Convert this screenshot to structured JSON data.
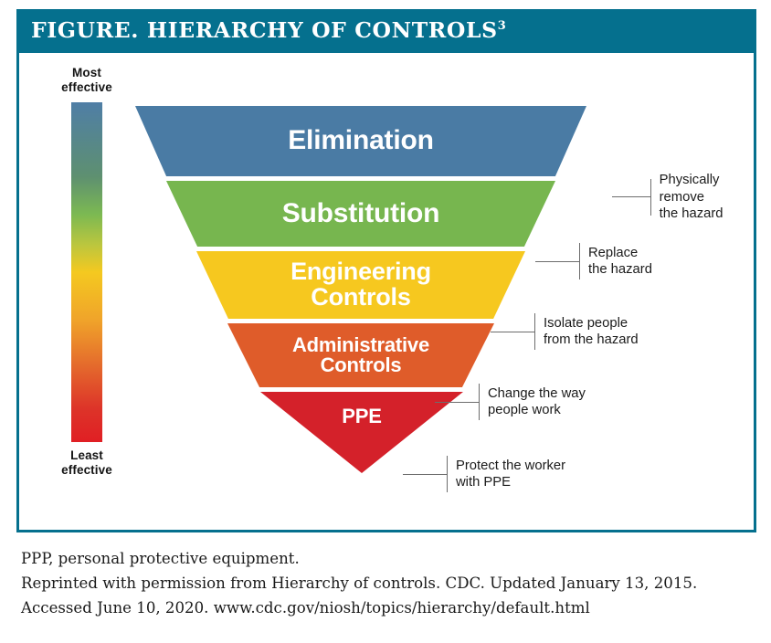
{
  "figure": {
    "title": "FIGURE. HIERARCHY OF CONTROLS",
    "title_superscript": "3",
    "header_color": "#05708e",
    "border_color": "#05708e"
  },
  "scale": {
    "top_label": "Most\neffective",
    "bottom_label": "Least\neffective",
    "gradient_top_color": "#4f7ea6",
    "gradient_mid_color": "#f4c920",
    "gradient_bottom_color": "#e01f24"
  },
  "funnel": {
    "tiers": [
      {
        "label": "Elimination",
        "color": "#4a7ba4",
        "callout": "Physically remove\nthe hazard",
        "rank": 1
      },
      {
        "label": "Substitution",
        "color": "#77b64f",
        "callout": "Replace\nthe hazard",
        "rank": 2
      },
      {
        "label": "Engineering\nControls",
        "color": "#f6c81f",
        "callout": "Isolate people\nfrom the hazard",
        "rank": 3
      },
      {
        "label": "Administrative\nControls",
        "color": "#df5c2a",
        "callout": "Change the way\npeople work",
        "rank": 4
      },
      {
        "label": "PPE",
        "color": "#d4212a",
        "callout": "Protect the worker\nwith PPE",
        "rank": 5
      }
    ]
  },
  "footnote": {
    "line1": "PPP, personal protective equipment.",
    "line2": "Reprinted with permission from Hierarchy of controls. CDC. Updated January 13, 2015.",
    "line3": "Accessed June 10, 2020. www.cdc.gov/niosh/topics/hierarchy/default.html"
  }
}
